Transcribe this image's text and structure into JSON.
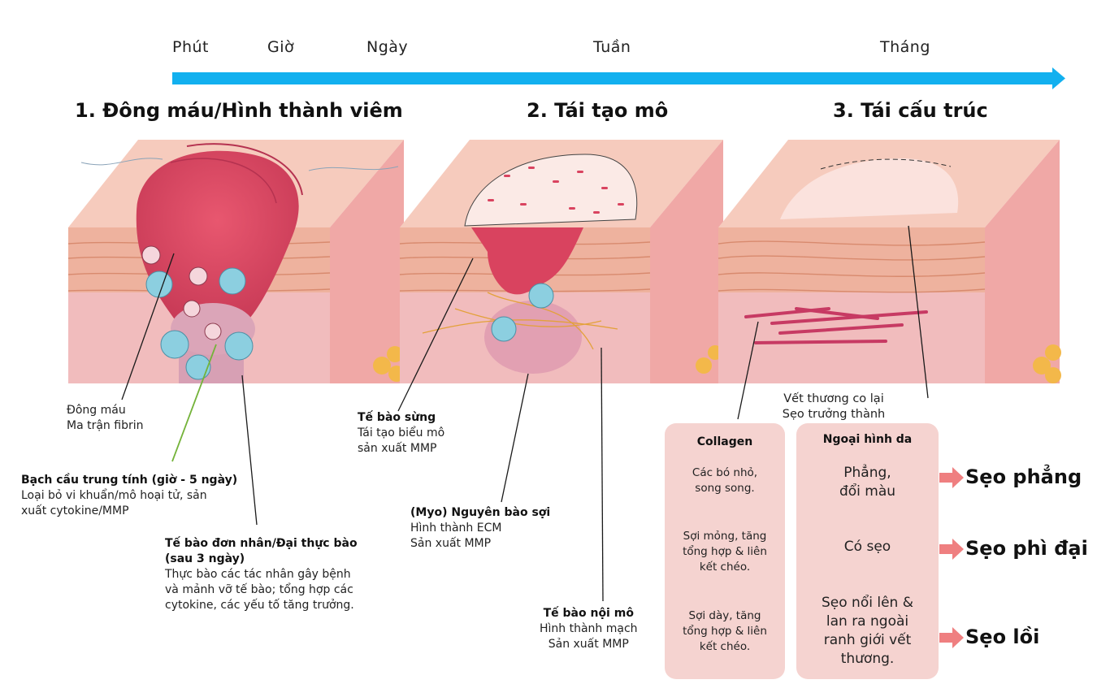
{
  "timeline": {
    "labels": [
      "Phút",
      "Giờ",
      "Ngày",
      "Tuần",
      "Tháng"
    ],
    "arrow_color": "#12b0ef"
  },
  "stages": [
    {
      "title": "1. Đông máu/Hình thành viêm"
    },
    {
      "title": "2. Tái tạo mô"
    },
    {
      "title": "3. Tái cấu trúc"
    }
  ],
  "annotations": {
    "coag": {
      "lines": [
        "Đông máu",
        "Ma trận fibrin"
      ]
    },
    "neutrophil": {
      "title": "Bạch cầu trung tính (giờ - 5 ngày)",
      "lines": [
        "Loại bỏ vi khuẩn/mô hoại tử, sản",
        "xuất cytokine/MMP"
      ]
    },
    "macrophage": {
      "title": "Tế bào đơn nhân/Đại thực bào",
      "title2": "(sau 3 ngày)",
      "lines": [
        "Thực bào các tác nhân gây bệnh",
        "và mảnh vỡ tế bào; tổng hợp các",
        "cytokine, các yếu tố tăng trưởng."
      ]
    },
    "keratinocyte": {
      "title": "Tế bào sừng",
      "lines": [
        "Tái tạo biểu mô",
        "sản xuất MMP"
      ]
    },
    "fibroblast": {
      "title": "(Myo) Nguyên bào sợi",
      "lines": [
        "Hình thành ECM",
        "Sản xuất MMP"
      ]
    },
    "endothelial": {
      "title": "Tế bào nội mô",
      "lines": [
        "Hình thành mạch",
        "Sản xuất MMP"
      ]
    },
    "contraction": {
      "lines": [
        "Vết thương co lại",
        "Sẹo trưởng thành"
      ]
    }
  },
  "panels": {
    "collagen": {
      "title": "Collagen",
      "items": [
        [
          "Các bó nhỏ,",
          "song song."
        ],
        [
          "Sợi mỏng, tăng",
          "tổng hợp & liên",
          "kết chéo."
        ],
        [
          "Sợi dày, tăng",
          "tổng hợp & liên",
          "kết chéo."
        ]
      ]
    },
    "appearance": {
      "title": "Ngoại hình da",
      "items": [
        [
          "Phẳng,",
          "đổi màu"
        ],
        [
          "Có sẹo"
        ],
        [
          "Sẹo nổi lên &",
          "lan ra ngoài",
          "ranh giới vết",
          "thương."
        ]
      ]
    }
  },
  "outcomes": [
    "Sẹo phẳng",
    "Sẹo phì đại",
    "Sẹo lồi"
  ],
  "colors": {
    "skin_top": "#f6cbbd",
    "dermis": "#f0b3b0",
    "epidermis": "#eeb199",
    "wound_red": "#d9435f",
    "cell_blue": "#8ccfe0",
    "panel": "#f5d3d0",
    "outcome_arrow": "#ef7f80",
    "leader_green": "#74b33a"
  }
}
